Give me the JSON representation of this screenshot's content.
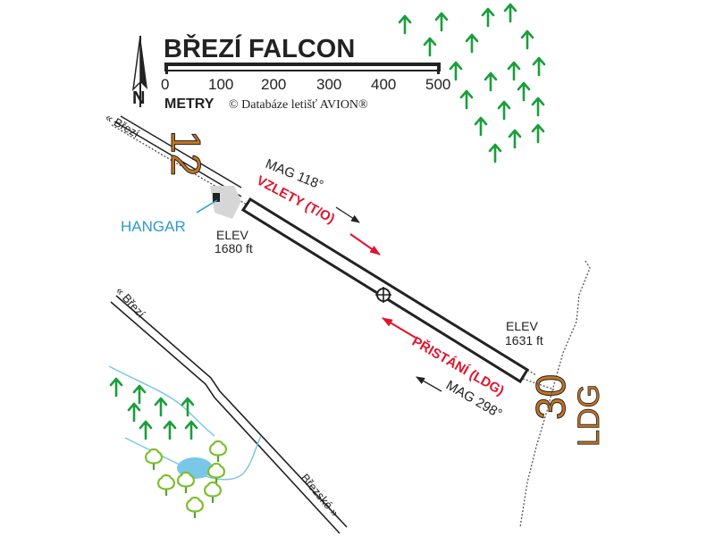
{
  "map": {
    "title": "BŘEZÍ FALCON",
    "north_label": "N",
    "scale": {
      "ticks": [
        "0",
        "100",
        "200",
        "300",
        "400",
        "500"
      ],
      "units": "METRY"
    },
    "copyright": "© Databáze letišť AVION®",
    "roads": {
      "top_left": "« Březí",
      "middle_left": "« Březí",
      "bottom": "Březské »"
    },
    "runway": {
      "takeoff": {
        "mag": "MAG 118°",
        "label": "VZLETY (T/O)",
        "elev_title": "ELEV",
        "elev_value": "1680 ft",
        "number": "12"
      },
      "landing": {
        "mag": "MAG 298°",
        "label": "PŘISTÁNÍ (LDG)",
        "elev_title": "ELEV",
        "elev_value": "1631 ft",
        "number": "30",
        "suffix": "LDG"
      }
    },
    "hangar_label": "HANGAR",
    "colors": {
      "runway_numbers": "#c8751e",
      "direction_labels": "#e0142c",
      "hangar": "#2a9ad6",
      "conifer_trees": "#1a9e3c",
      "deciduous_trees": "#8cc63f",
      "water": "#7ac7e8"
    },
    "icons": [
      "north-arrow-icon",
      "conifer-tree-icon",
      "deciduous-tree-icon",
      "runway-center-marker-icon",
      "pond-icon"
    ]
  }
}
